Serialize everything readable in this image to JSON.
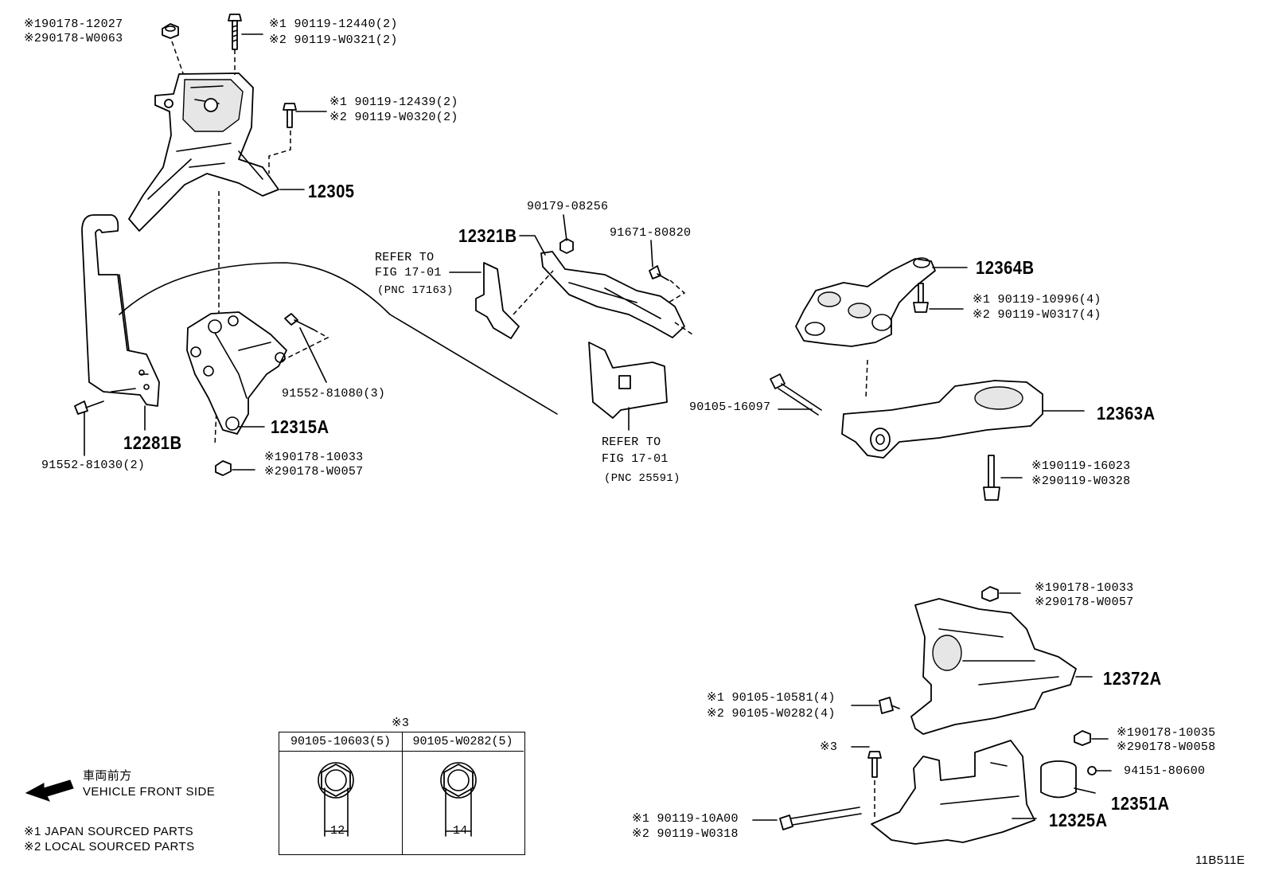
{
  "labels": {
    "nut_top_1": "※190178-12027",
    "nut_top_2": "※290178-W0063",
    "bolt_top_1": "※1 90119-12440(2)",
    "bolt_top_2": "※2 90119-W0321(2)",
    "bolt_mid_1": "※1 90119-12439(2)",
    "bolt_mid_2": "※2 90119-W0320(2)",
    "p12305": "12305",
    "p90179": "90179-08256",
    "p12321b": "12321B",
    "p91671": "91671-80820",
    "refer1_a": "REFER TO",
    "refer1_b": "FIG 17-01",
    "refer1_c": "(PNC 17163)",
    "p12364b": "12364B",
    "bolt_r_1": "※1 90119-10996(4)",
    "bolt_r_2": "※2 90119-W0317(4)",
    "p91552_3": "91552-81080(3)",
    "p90105_16097": "90105-16097",
    "p12363a": "12363A",
    "p12281b": "12281B",
    "p12315a": "12315A",
    "p91552_2": "91552-81030(2)",
    "nut_low_1": "※190178-10033",
    "nut_low_2": "※290178-W0057",
    "refer2_a": "REFER TO",
    "refer2_b": "FIG 17-01",
    "refer2_c": "(PNC 25591)",
    "bolt_rr_1": "※190119-16023",
    "bolt_rr_2": "※290119-W0328",
    "nut_r2_1": "※190178-10033",
    "nut_r2_2": "※290178-W0057",
    "p12372a": "12372A",
    "bolt_rb_1": "※1 90105-10581(4)",
    "bolt_rb_2": "※2 90105-W0282(4)",
    "star3": "※3",
    "nut_r3_1": "※190178-10035",
    "nut_r3_2": "※290178-W0058",
    "p94151": "94151-80600",
    "p12351a": "12351A",
    "bolt_long_1": "※1 90119-10A00",
    "bolt_long_2": "※2 90119-W0318",
    "p12325a": "12325A",
    "code": "11B511E"
  },
  "table": {
    "title": "※3",
    "col1": "90105-10603(5)",
    "col2": "90105-W0282(5)",
    "dim1": "12",
    "dim2": "14"
  },
  "legend": {
    "jp_front": "車両前方",
    "front": "VEHICLE FRONT SIDE",
    "note1": "※1 JAPAN SOURCED PARTS",
    "note2": "※2 LOCAL SOURCED PARTS"
  }
}
